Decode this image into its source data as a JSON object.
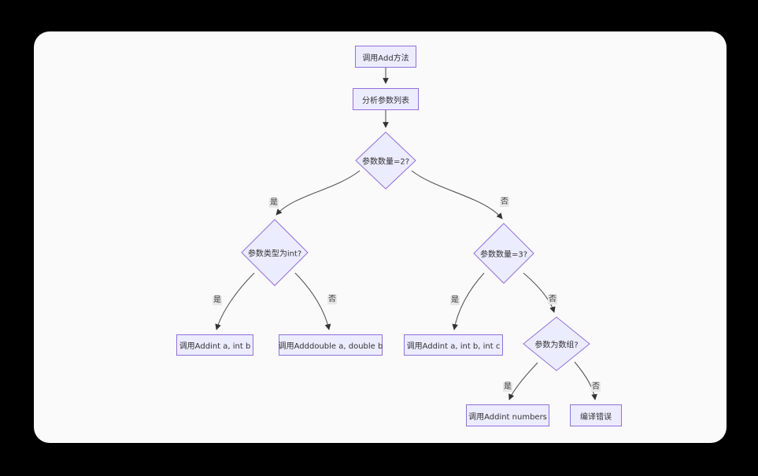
{
  "diagram": {
    "type": "flowchart",
    "direction": "top-down",
    "nodes": {
      "start": {
        "label": "调用Add方法",
        "shape": "rect"
      },
      "analyze": {
        "label": "分析参数列表",
        "shape": "rect"
      },
      "count2": {
        "label": "参数数量=2?",
        "shape": "diamond"
      },
      "type_int": {
        "label": "参数类型为int?",
        "shape": "diamond"
      },
      "count3": {
        "label": "参数数量=3?",
        "shape": "diamond"
      },
      "is_array": {
        "label": "参数为数组?",
        "shape": "diamond"
      },
      "add_int": {
        "label": "调用Addint a, int b",
        "shape": "rect"
      },
      "add_double": {
        "label": "调用Adddouble a, double b",
        "shape": "rect"
      },
      "add_three": {
        "label": "调用Addint a, int b, int c",
        "shape": "rect"
      },
      "add_numbers": {
        "label": "调用Addint numbers",
        "shape": "rect"
      },
      "compile_error": {
        "label": "编译错误",
        "shape": "rect"
      }
    },
    "edges": [
      {
        "from": "start",
        "to": "analyze",
        "label": ""
      },
      {
        "from": "analyze",
        "to": "count2",
        "label": ""
      },
      {
        "from": "count2",
        "to": "type_int",
        "label": "是"
      },
      {
        "from": "count2",
        "to": "count3",
        "label": "否"
      },
      {
        "from": "type_int",
        "to": "add_int",
        "label": "是"
      },
      {
        "from": "type_int",
        "to": "add_double",
        "label": "否"
      },
      {
        "from": "count3",
        "to": "add_three",
        "label": "是"
      },
      {
        "from": "count3",
        "to": "is_array",
        "label": "否"
      },
      {
        "from": "is_array",
        "to": "add_numbers",
        "label": "是"
      },
      {
        "from": "is_array",
        "to": "compile_error",
        "label": "否"
      }
    ],
    "colors": {
      "background": "#000000",
      "canvas": "#fafafa",
      "node_fill": "#ececff",
      "node_border": "#9370db",
      "edge_line": "#555555",
      "edge_label_bg": "#e8e8e8",
      "text": "#333333"
    }
  }
}
